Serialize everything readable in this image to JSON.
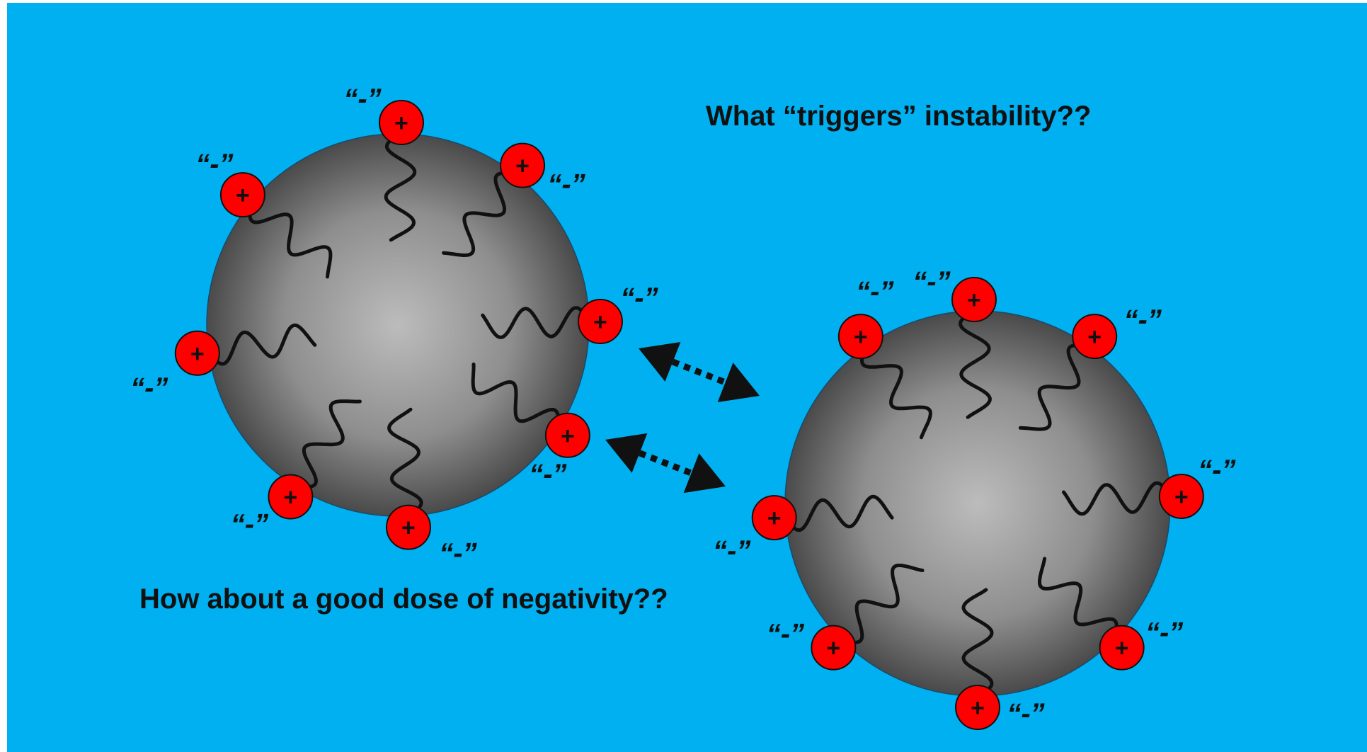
{
  "captions": {
    "top": "What “triggers” instability??",
    "bottom": "How about a good dose of negativity??"
  },
  "charges": {
    "positive_symbol": "+",
    "negative_label": "“-”"
  },
  "colors": {
    "background": "#00b0f0",
    "particle_core": "#bcbcbc",
    "particle_edge": "#4a4a4a",
    "positive_charge": "#ff0000",
    "chain": "#111111"
  },
  "particles": [
    {
      "name": "particle-left",
      "charge_count": 8
    },
    {
      "name": "particle-right",
      "charge_count": 8
    }
  ],
  "interaction": {
    "arrows": 2,
    "style": "dotted-double-headed"
  }
}
